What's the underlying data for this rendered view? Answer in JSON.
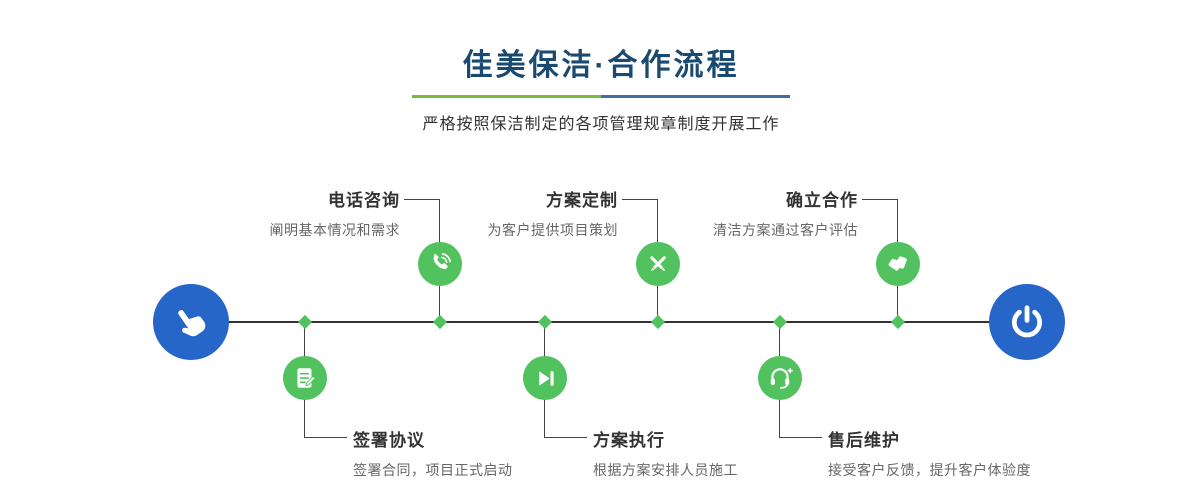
{
  "header": {
    "title": "佳美保洁·合作流程",
    "subtitle": "严格按照保洁制定的各项管理规章制度开展工作"
  },
  "steps_top": [
    {
      "title": "电话咨询",
      "desc": "阐明基本情况和需求",
      "icon": "phone-icon"
    },
    {
      "title": "方案定制",
      "desc": "为客户提供项目策划",
      "icon": "design-icon"
    },
    {
      "title": "确立合作",
      "desc": "清洁方案通过客户评估",
      "icon": "handshake-icon"
    }
  ],
  "steps_bottom": [
    {
      "title": "签署协议",
      "desc": "签署合同，项目正式启动",
      "icon": "contract-icon"
    },
    {
      "title": "方案执行",
      "desc": "根据方案安排人员施工",
      "icon": "execute-icon"
    },
    {
      "title": "售后维护",
      "desc": "接受客户反馈，提升客户体验度",
      "icon": "support-icon"
    }
  ],
  "endpoints": {
    "start_icon": "pointing-hand-icon",
    "end_icon": "power-icon"
  },
  "colors": {
    "primary_blue": "#2566c8",
    "accent_green": "#52c25e",
    "title_navy": "#1a4a70",
    "divider_green": "#7cb93e",
    "divider_blue": "#3f6fa0",
    "line": "#333333"
  }
}
